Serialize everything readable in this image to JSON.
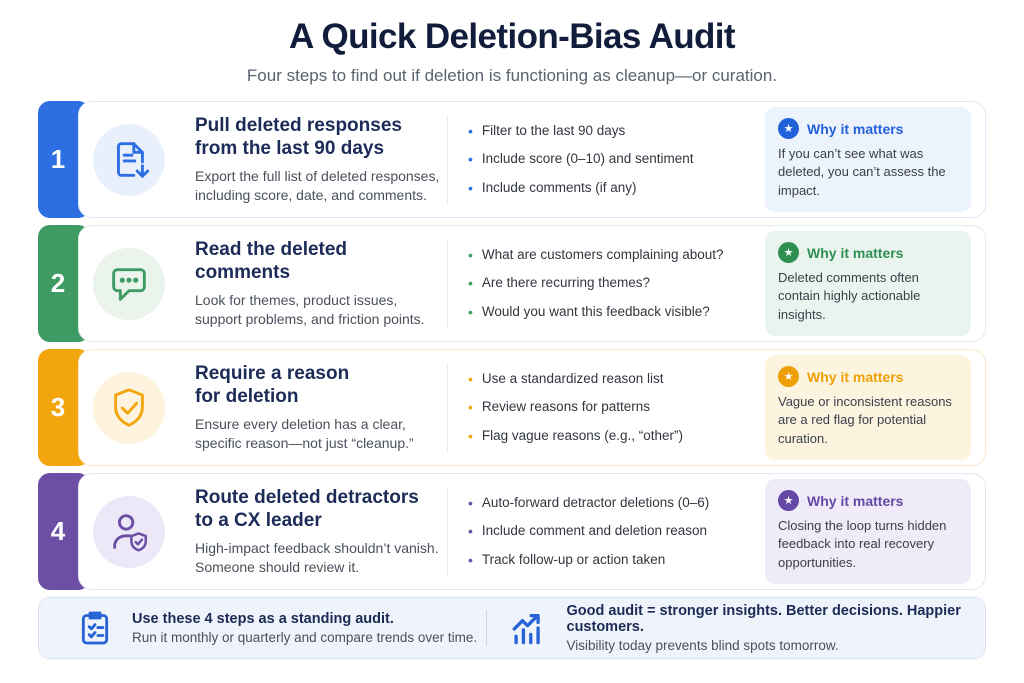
{
  "header": {
    "title": "A Quick Deletion-Bias Audit",
    "subtitle": "Four steps to find out if deletion is functioning as cleanup—or curation."
  },
  "steps": [
    {
      "number": "1",
      "icon": "document-download-icon",
      "colors": {
        "accent": "#2d6ee3",
        "label": "#2162db",
        "icon_bg": "#eaf0fb",
        "why_bg": "#edf3fc",
        "card_border": "#dee8f8"
      },
      "title": "Pull deleted responses\nfrom the last 90 days",
      "description": "Export the full list of deleted responses, including score, date, and comments.",
      "bullets": [
        "Filter to the last 90 days",
        "Include score (0–10) and sentiment",
        "Include comments (if any)"
      ],
      "why": {
        "label": "Why it matters",
        "text": "If you can’t see what was deleted, you can’t assess the impact."
      }
    },
    {
      "number": "2",
      "icon": "comment-dots-icon",
      "colors": {
        "accent": "#3f9b63",
        "label": "#2e8f52",
        "icon_bg": "#eaf3ec",
        "why_bg": "#e9f4ee",
        "card_border": "#dfede4"
      },
      "title": "Read the deleted\ncomments",
      "description": "Look for themes, product issues, support problems, and friction points.",
      "bullets": [
        "What are customers complaining about?",
        "Are there recurring themes?",
        "Would you want this feedback visible?"
      ],
      "why": {
        "label": "Why it matters",
        "text": "Deleted comments often contain highly actionable insights."
      }
    },
    {
      "number": "3",
      "icon": "shield-check-icon",
      "colors": {
        "accent": "#f2a50c",
        "label": "#ec9f06",
        "icon_bg": "#fdf3df",
        "why_bg": "#fdf4df",
        "card_border": "#f9e9c9"
      },
      "title": "Require a reason\nfor deletion",
      "description": "Ensure every deletion has a clear, specific reason—not just “cleanup.”",
      "bullets": [
        "Use a standardized reason list",
        "Review reasons for patterns",
        "Flag vague reasons (e.g., “other”)"
      ],
      "why": {
        "label": "Why it matters",
        "text": "Vague or inconsistent reasons are a red flag for potential curation."
      }
    },
    {
      "number": "4",
      "icon": "user-shield-icon",
      "colors": {
        "accent": "#6c4fa5",
        "label": "#6648a6",
        "icon_bg": "#ece8f7",
        "why_bg": "#efebf8",
        "card_border": "#e7e2f4"
      },
      "title": "Route deleted detractors\nto a CX leader",
      "description": "High-impact feedback shouldn’t vanish. Someone should review it.",
      "bullets": [
        "Auto-forward detractor deletions (0–6)",
        "Include comment and deletion reason",
        "Track follow-up or action taken"
      ],
      "why": {
        "label": "Why it matters",
        "text": "Closing the loop turns hidden feedback into real recovery opportunities."
      }
    }
  ],
  "footer": {
    "left": {
      "icon": "clipboard-check-icon",
      "bold": "Use these 4 steps as a standing audit.",
      "text": "Run it monthly or quarterly and compare trends over time."
    },
    "right": {
      "icon": "trend-chart-icon",
      "bold": "Good audit = stronger insights. Better decisions. Happier customers.",
      "text": "Visibility today prevents blind spots tomorrow."
    }
  },
  "icons": {
    "star": "★",
    "bullet_dot": "•"
  }
}
